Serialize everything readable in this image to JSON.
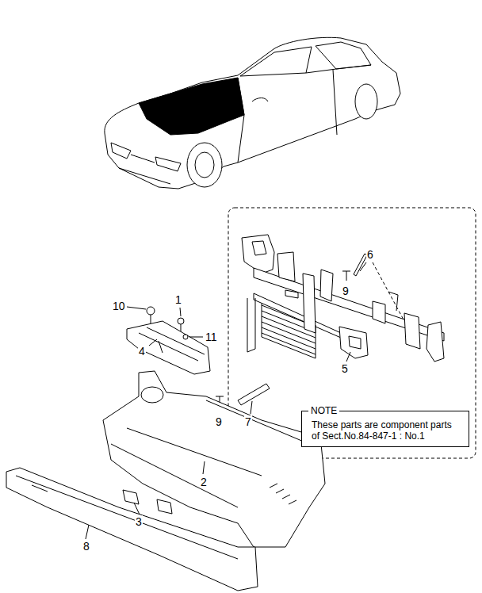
{
  "diagram": {
    "nodes": [
      {
        "text": [
          "NOTE",
          "These parts are component parts of Sect.No.84-847-1 : No.1"
        ]
      }
    ],
    "labels": [
      "6",
      "9",
      "1",
      "10",
      "11",
      "4",
      "5",
      "9",
      "7",
      "2",
      "3",
      "8"
    ]
  }
}
